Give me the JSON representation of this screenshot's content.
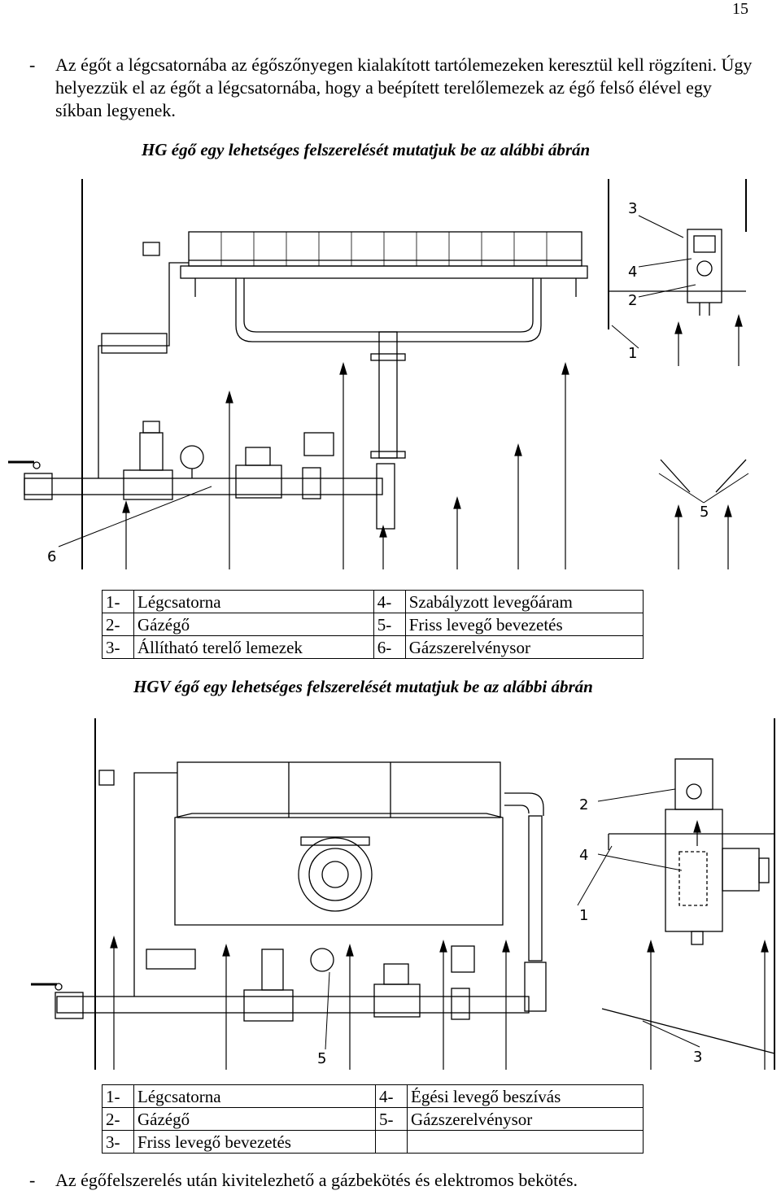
{
  "page_number": "15",
  "paragraph": {
    "bullet": "-",
    "text": "Az égőt a légcsatornába az égőszőnyegen kialakított tartólemezeken keresztül kell rögzíteni. Úgy helyezzük el az égőt a légcsatornába, hogy a beépített terelőlemezek az égő felső élével egy síkban legyenek."
  },
  "figure1": {
    "caption": "HG égő egy lehetséges felszerelését mutatjuk be az alábbi ábrán",
    "callouts": [
      "3",
      "4",
      "2",
      "1",
      "5",
      "6"
    ],
    "legend": [
      {
        "n1": "1-",
        "t1": "Légcsatorna",
        "n2": "4-",
        "t2": "Szabályzott levegőáram"
      },
      {
        "n1": "2-",
        "t1": "Gázégő",
        "n2": "5-",
        "t2": "Friss levegő bevezetés"
      },
      {
        "n1": "3-",
        "t1": "Állítható terelő lemezek",
        "n2": "6-",
        "t2": "Gázszerelvénysor"
      }
    ]
  },
  "figure2": {
    "caption": "HGV égő egy lehetséges felszerelését mutatjuk be az alábbi ábrán",
    "callouts": [
      "2",
      "4",
      "1",
      "5",
      "3"
    ],
    "legend": [
      {
        "n1": "1-",
        "t1": "Légcsatorna",
        "n2": "4-",
        "t2": "Égési levegő beszívás"
      },
      {
        "n1": "2-",
        "t1": "Gázégő",
        "n2": "5-",
        "t2": "Gázszerelvénysor"
      },
      {
        "n1": "3-",
        "t1": "Friss levegő bevezetés",
        "n2": "",
        "t2": ""
      }
    ]
  },
  "closing": {
    "bullet": "-",
    "text": "Az égőfelszerelés után kivitelezhető a gázbekötés és elektromos bekötés."
  }
}
